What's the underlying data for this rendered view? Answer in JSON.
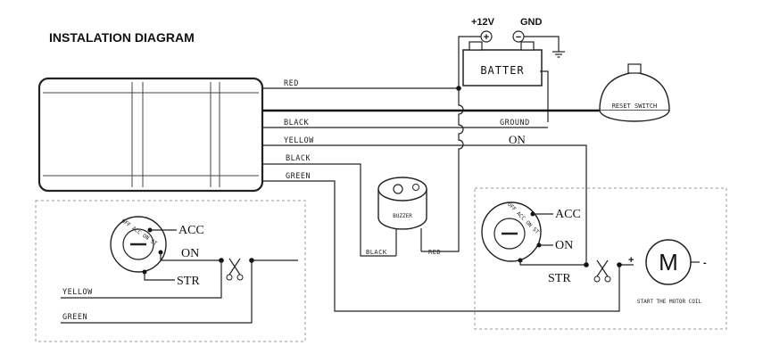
{
  "title": "INSTALATION DIAGRAM",
  "battery": {
    "plus_label": "+12V",
    "gnd_label": "GND",
    "name": "BATTER",
    "plus_sign": "+",
    "minus_sign": "−"
  },
  "wires": {
    "red": "RED",
    "black_top": "BLACK",
    "yellow_top": "YELLOW",
    "black_mid": "BLACK",
    "green_top": "GREEN",
    "ground": "GROUND",
    "on": "ON",
    "black_buzzer": "BLACK",
    "red_buzzer": "RED",
    "yellow_bottom": "YELLOW",
    "green_bottom": "GREEN"
  },
  "buzzer": {
    "name": "BUZZER"
  },
  "reset_switch": {
    "name": "RESET SWITCH"
  },
  "ignition_left": {
    "acc": "ACC",
    "on": "ON",
    "str": "STR",
    "dial_text": "OFF ACC ON ST"
  },
  "ignition_right": {
    "acc": "ACC",
    "on": "ON",
    "str": "STR",
    "dial_text": "OFF ACC ON ST"
  },
  "motor": {
    "symbol": "M",
    "plus": "+",
    "minus": "-",
    "caption": "START THE MOTOR COIL"
  }
}
